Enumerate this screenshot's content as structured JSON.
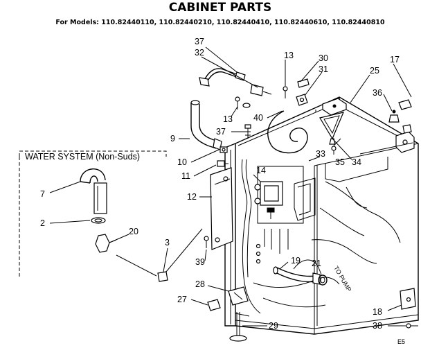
{
  "title": "CABINET PARTS",
  "subtitle": "For Models: 110.82440110, 110.82440210, 110.82440410, 110.82440610, 110.82440810",
  "water_system_label": "WATER SYSTEM (Non-Suds)",
  "to_pump_label": "TO PUMP",
  "corner_code": "E5",
  "callouts": {
    "c2": "2",
    "c3": "3",
    "c7": "7",
    "c9": "9",
    "c10": "10",
    "c11": "11",
    "c12": "12",
    "c13a": "13",
    "c13b": "13",
    "c14": "14",
    "c17": "17",
    "c18": "18",
    "c19": "19",
    "c20": "20",
    "c21": "21",
    "c25": "25",
    "c27": "27",
    "c28": "28",
    "c29": "29",
    "c30": "30",
    "c31": "31",
    "c32": "32",
    "c33": "33",
    "c34": "34",
    "c35": "35",
    "c36": "36",
    "c37a": "37",
    "c37b": "37",
    "c38": "38",
    "c39": "39",
    "c40": "40"
  }
}
